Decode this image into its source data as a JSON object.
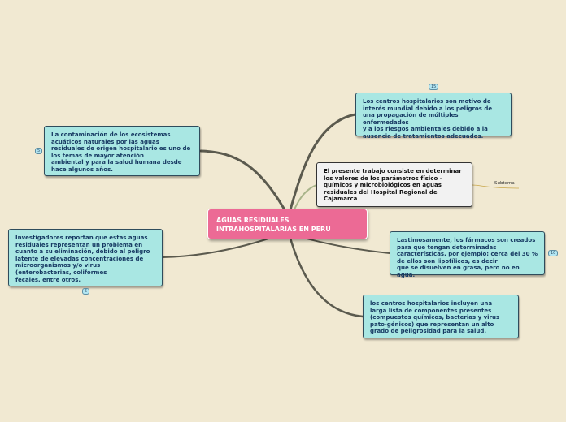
{
  "central": {
    "title": "AGUAS RESIDUALES\nINTRAHOSPITALARIAS EN PERU"
  },
  "topics": {
    "contaminacion": {
      "text": "La contaminación de los ecosistemas\nacuáticos naturales por las aguas\nresiduales de origen hospitalario es uno de\nlos temas de mayor atención\nambiental y para la salud humana desde\nhace algunos años.",
      "badge": "5"
    },
    "investigadores": {
      "text": "Investigadores reportan que estas aguas\nresiduales representan un problema en\ncuanto a su eliminación, debido al peligro\nlatente de elevadas concentraciones de\nmicroorganismos y/o virus\n(enterobacterias, coliformes\nfecales, entre otros.",
      "badge": "5"
    },
    "centros_motivo": {
      "text": "Los centros hospitalarios son motivo de\ninterés mundial debido a los peligros de\nuna propagación de múltiples enfermedades\ny a los riesgos ambientales debido a la\nausencia de tratamientos adecuados.",
      "badge": "15"
    },
    "trabajo": {
      "text": "El presente trabajo consiste en determinar\nlos valores de los parámetros físico –\nquímicos y microbiológicos en aguas\nresiduales del Hospital Regional de\nCajamarca",
      "sublabel": "Subtema"
    },
    "farmacos": {
      "text": "Lastimosamente, los fármacos son creados\npara que tengan determinadas\ncaracterísticas, por ejemplo; cerca del 30 %\nde ellos son lipofílicos, es decir\nque se disuelven en grasa, pero no en agua.",
      "badge": "10"
    },
    "centros_incluyen": {
      "text": "los centros hospitalarios incluyen una\nlarga lista de componentes presentes\n(compuestos químicos, bacterias y virus\npato-génicos) que representan un alto\ngrado de peligrosidad para la salud."
    }
  },
  "colors": {
    "background": "#f1e9d2",
    "central": "#ec6a95",
    "topic": "#a9e7e3",
    "topic_text": "#173a63",
    "connector": "#5b5a4e",
    "subtopic_connector": "#a9b48a"
  }
}
